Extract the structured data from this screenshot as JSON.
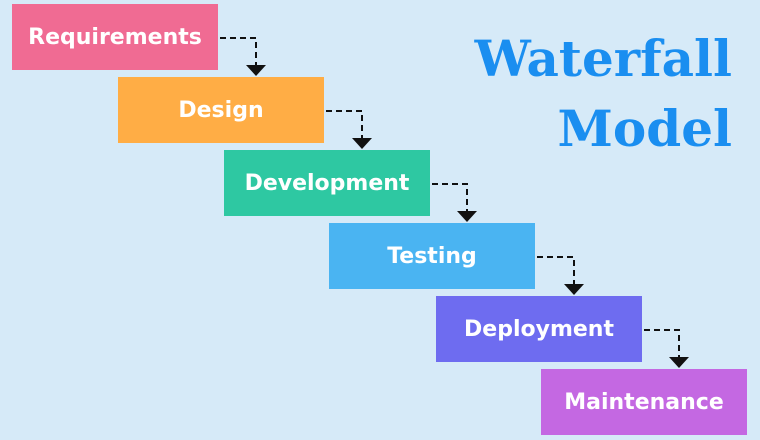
{
  "title": {
    "line1": "Waterfall",
    "line2": "Model",
    "color": "#1a8ef0"
  },
  "stages": [
    {
      "label": "Requirements",
      "color": "#f06b93"
    },
    {
      "label": "Design",
      "color": "#ffad45"
    },
    {
      "label": "Development",
      "color": "#2ec8a2"
    },
    {
      "label": "Testing",
      "color": "#4ab4f2"
    },
    {
      "label": "Deployment",
      "color": "#6e6cf0"
    },
    {
      "label": "Maintenance",
      "color": "#c468e2"
    }
  ],
  "background": "#d6eaf8"
}
